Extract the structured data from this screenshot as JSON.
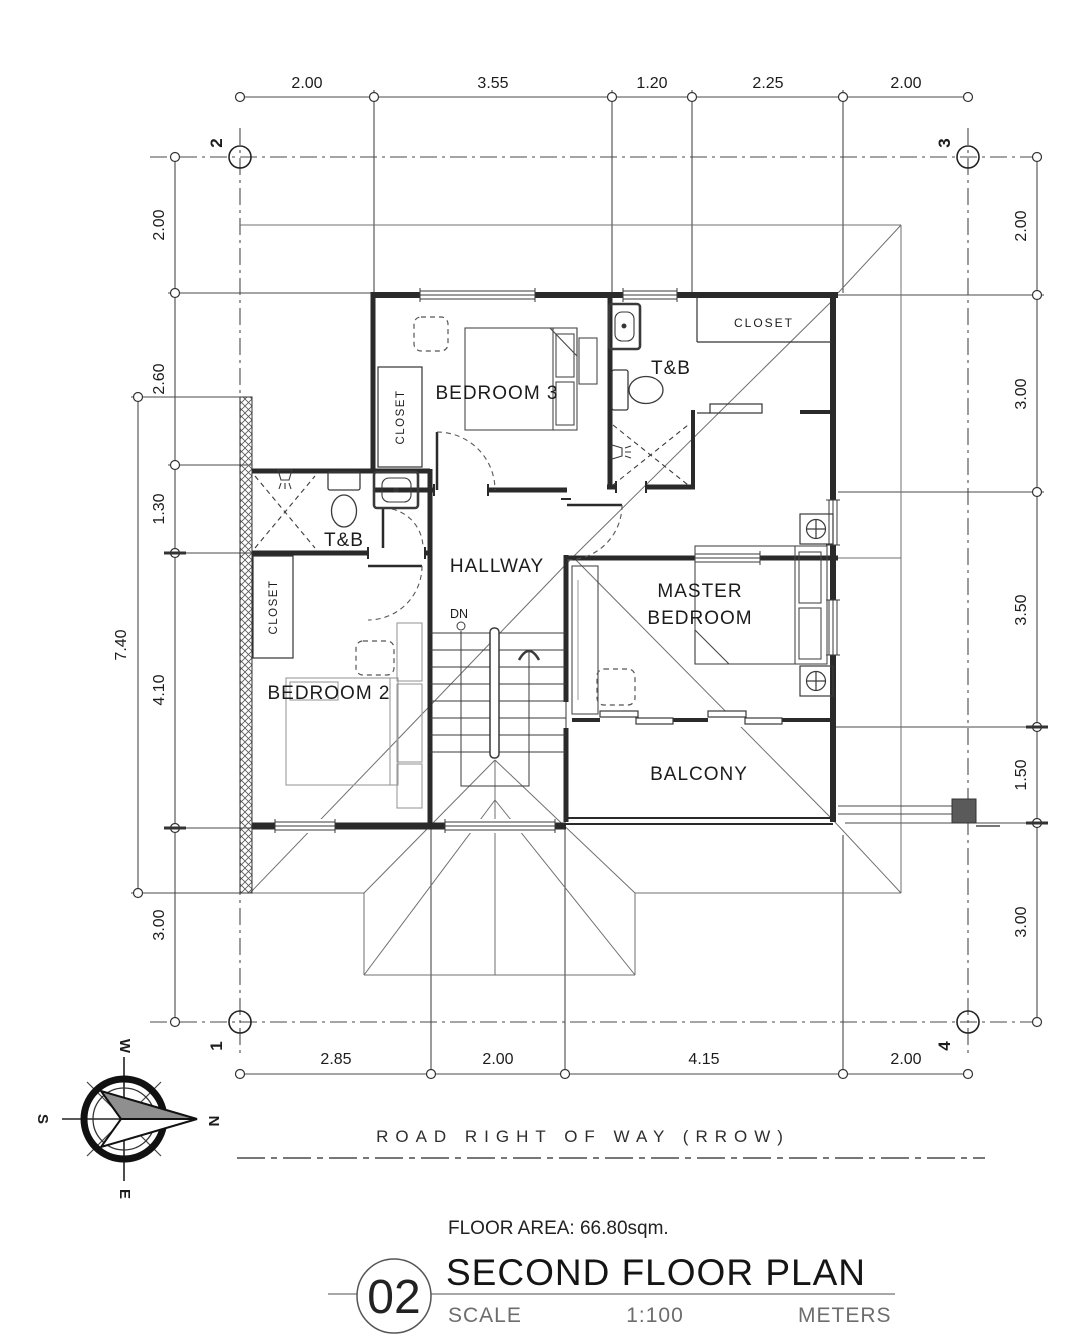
{
  "title_block": {
    "sheet_number": "02",
    "floor_area": "FLOOR AREA: 66.80sqm.",
    "title": "SECOND FLOOR PLAN",
    "scale_label": "SCALE",
    "scale_value": "1:100",
    "units": "METERS"
  },
  "site": {
    "road_label": "ROAD RIGHT OF WAY (RROW)"
  },
  "rooms": {
    "bedroom3": "BEDROOM 3",
    "tb_upper": "T&B",
    "closet_master": "CLOSET",
    "closet_bedroom3": "CLOSET",
    "tb_left": "T&B",
    "closet_bedroom2": "CLOSET",
    "hallway": "HALLWAY",
    "master_line1": "MASTER",
    "master_line2": "BEDROOM",
    "bedroom2": "BEDROOM 2",
    "balcony": "BALCONY"
  },
  "stair": {
    "down_label": "DN"
  },
  "compass": {
    "north": "N",
    "south": "S",
    "east": "E",
    "west": "W"
  },
  "grid_bubbles": {
    "top_left": "2",
    "top_right": "3",
    "bottom_left": "1",
    "bottom_right": "4"
  },
  "dims": {
    "top": [
      "2.00",
      "3.55",
      "1.20",
      "2.25",
      "2.00"
    ],
    "bottom": [
      "2.85",
      "2.00",
      "4.15",
      "2.00"
    ],
    "left": [
      "2.00",
      "2.60",
      "1.30",
      "4.10",
      "3.00"
    ],
    "right": [
      "2.00",
      "3.00",
      "3.50",
      "1.50",
      "3.00"
    ],
    "left_outer": "7.40"
  }
}
